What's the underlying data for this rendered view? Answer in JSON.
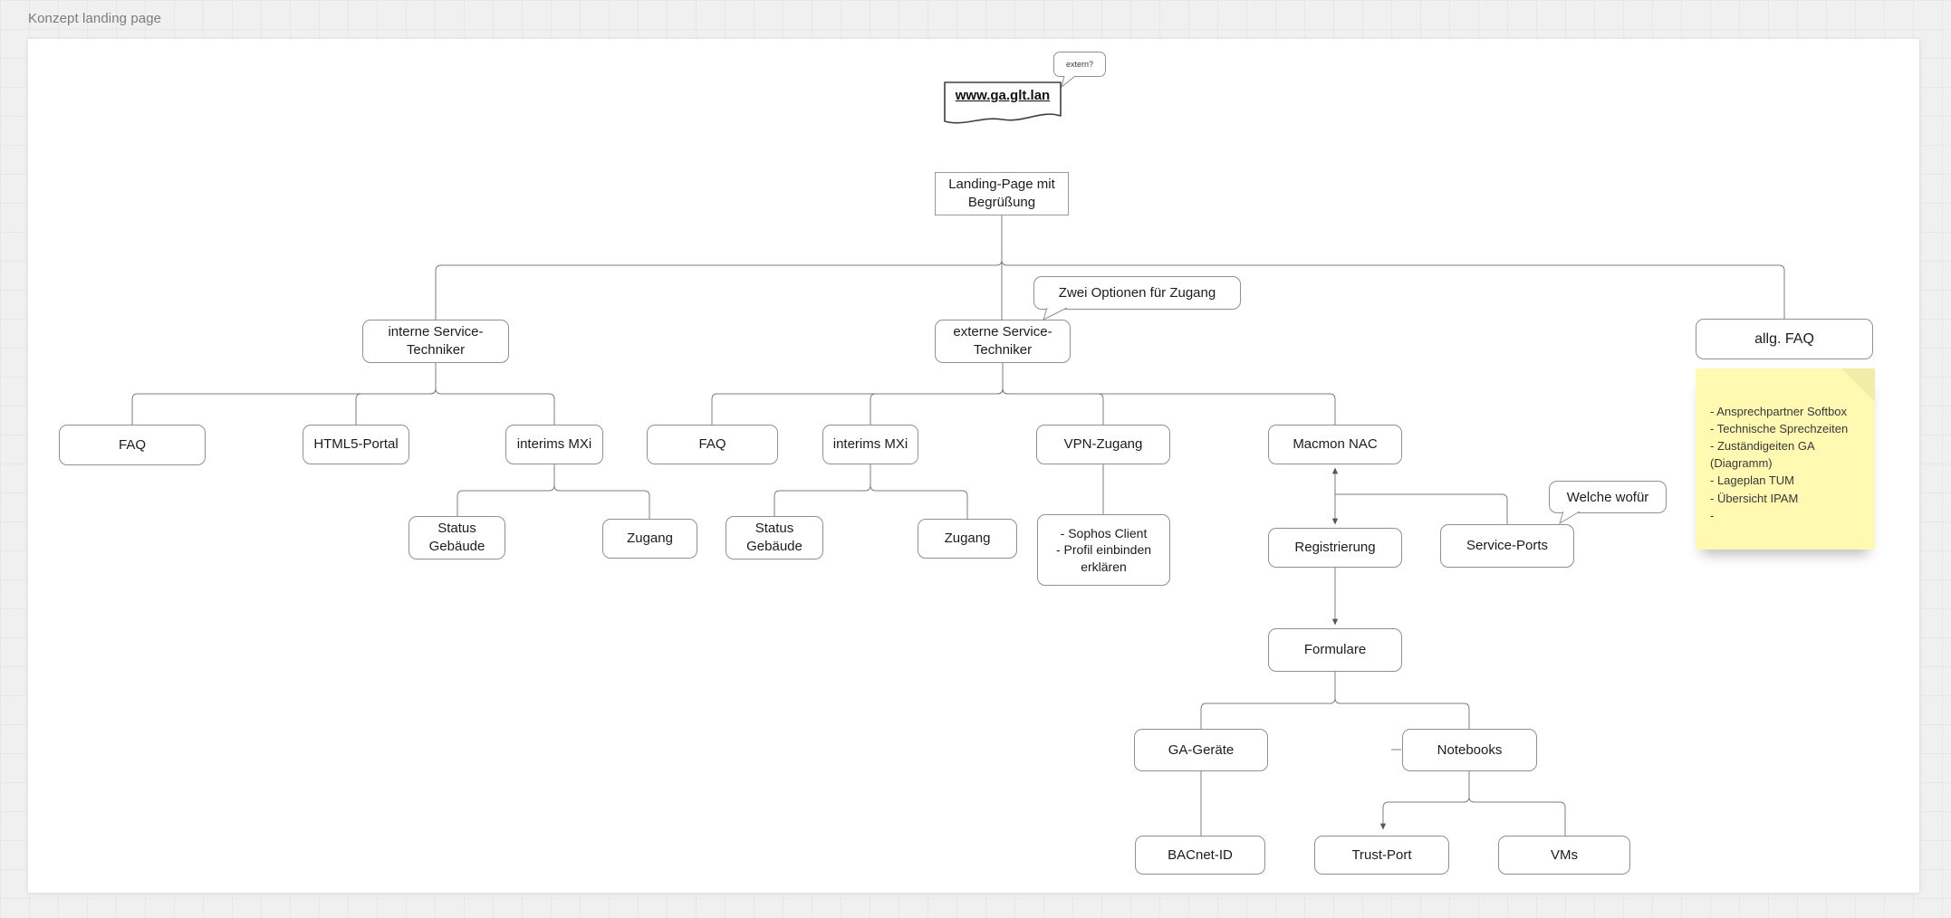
{
  "frame": {
    "title": "Konzept landing page"
  },
  "colors": {
    "canvas_bg": "#F0F0F1",
    "frame_bg": "#FFFFFF",
    "shape_border": "#8D9096",
    "connector": "#7D7D7D",
    "sticky_yellow": "#FFF9B1",
    "text": "#1C1C1E"
  },
  "nodes": {
    "extern_callout": "extern?",
    "url_doc": "www.ga.glt.lan",
    "landing": "Landing-Page mit Begrüßung",
    "interne": "interne Service-Techniker",
    "zwei_callout": "Zwei Optionen für Zugang",
    "externe": "externe Service-Techniker",
    "allg_faq": "allg. FAQ",
    "faq_intern": "FAQ",
    "html5_portal": "HTML5-Portal",
    "interims_mxi_intern": "interims MXi",
    "faq_extern": "FAQ",
    "interims_mxi_extern": "interims MXi",
    "vpn_zugang": "VPN-Zugang",
    "macmon_nac": "Macmon NAC",
    "status_gebaeude_intern": "Status Gebäude",
    "zugang_intern": "Zugang",
    "status_gebaeude_extern": "Status Gebäude",
    "zugang_extern": "Zugang",
    "sophos": "- Sophos Client\n- Profil einbinden\nerklären",
    "welche_callout": "Welche wofür",
    "registrierung": "Registrierung",
    "service_ports": "Service-Ports",
    "formulare": "Formulare",
    "ga_geraete": "GA-Geräte",
    "notebooks": "Notebooks",
    "bacnet_id": "BACnet-ID",
    "trust_port": "Trust-Port",
    "vms": "VMs"
  },
  "sticky_note": {
    "lines": [
      "- Ansprechpartner Softbox",
      "- Technische Sprechzeiten",
      "- Zuständigeiten GA",
      "(Diagramm)",
      "- Lageplan TUM",
      "- Übersicht IPAM",
      "-"
    ]
  }
}
